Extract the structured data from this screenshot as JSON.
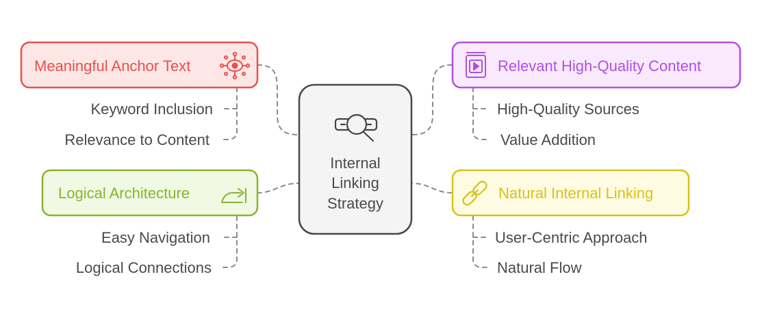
{
  "center": {
    "lines": [
      "Internal",
      "Linking",
      "Strategy"
    ],
    "icon": "magnifying-glass-over-link-icon"
  },
  "branches": {
    "anchor_text": {
      "title": "Meaningful Anchor Text",
      "icon": "eye-network-icon",
      "color": "#e8504c",
      "fill": "#fde7e6",
      "items": [
        "Keyword Inclusion",
        "Relevance to Content"
      ]
    },
    "content": {
      "title": "Relevant High-Quality Content",
      "icon": "video-file-icon",
      "color": "#b150e0",
      "fill": "#f8e9fc",
      "items": [
        "High-Quality Sources",
        "Value Addition"
      ]
    },
    "architecture": {
      "title": "Logical Architecture",
      "icon": "curved-arrow-icon",
      "color": "#86b52c",
      "fill": "#f1f9e4",
      "items": [
        "Easy Navigation",
        "Logical Connections"
      ]
    },
    "natural": {
      "title": "Natural Internal Linking",
      "icon": "chain-link-icon",
      "color": "#d9c116",
      "fill": "#fefbe3",
      "items": [
        "User-Centric Approach",
        "Natural Flow"
      ]
    }
  }
}
